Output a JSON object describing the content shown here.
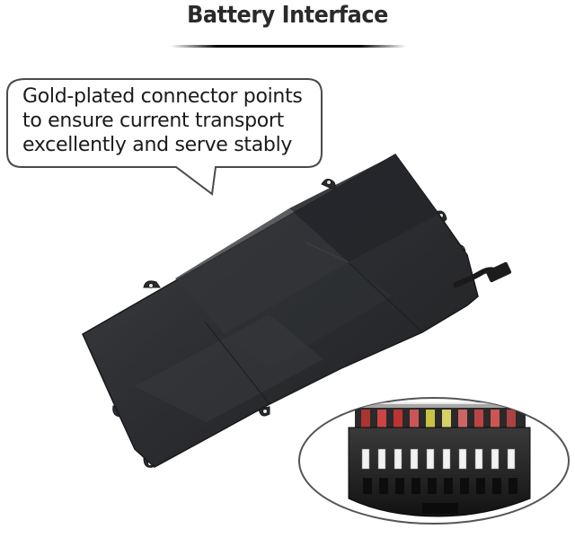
{
  "header": {
    "title": "Battery Interface"
  },
  "callout": {
    "lines": [
      "Gold-plated connector points",
      "to ensure current transport",
      "excellently and serve stably"
    ]
  },
  "image": {
    "subject": "laptop-battery",
    "inset": "connector-closeup",
    "pin_count": 10
  }
}
